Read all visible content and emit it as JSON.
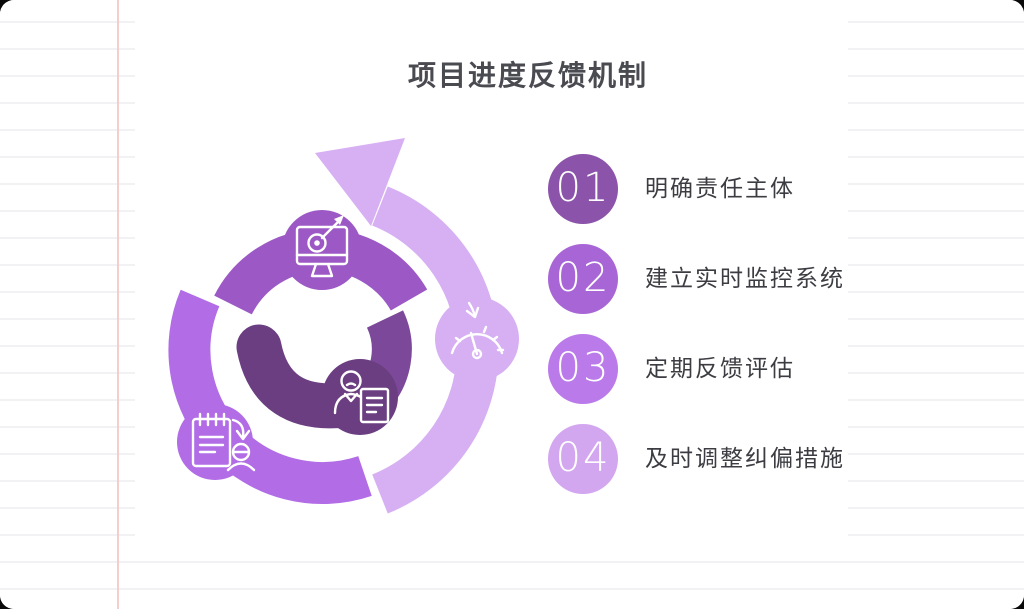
{
  "page": {
    "title": "项目进度反馈机制"
  },
  "diagram": {
    "type": "spiral-cycle-arrow",
    "colors": {
      "center": "#6b3e81",
      "segment_inner": "#7c4899",
      "segment_mid": "#9c58c5",
      "segment_outer": "#b16ce6",
      "segment_outermost": "#d7aff3"
    },
    "icons": [
      "monitor-target-icon",
      "person-document-icon",
      "notepad-assign-icon",
      "gauge-icon",
      "spiral-arrowhead"
    ]
  },
  "steps": [
    {
      "number": "01",
      "label": "明确责任主体",
      "color": "#8b53aa"
    },
    {
      "number": "02",
      "label": "建立实时监控系统",
      "color": "#a765d6"
    },
    {
      "number": "03",
      "label": "定期反馈评估",
      "color": "#ba7ae9"
    },
    {
      "number": "04",
      "label": "及时调整纠偏措施",
      "color": "#d3a7f0"
    }
  ],
  "background": {
    "paper_line_color": "#f2f2f4",
    "margin_line_color": "#f6cdcd",
    "title_color": "#4a4b51"
  }
}
